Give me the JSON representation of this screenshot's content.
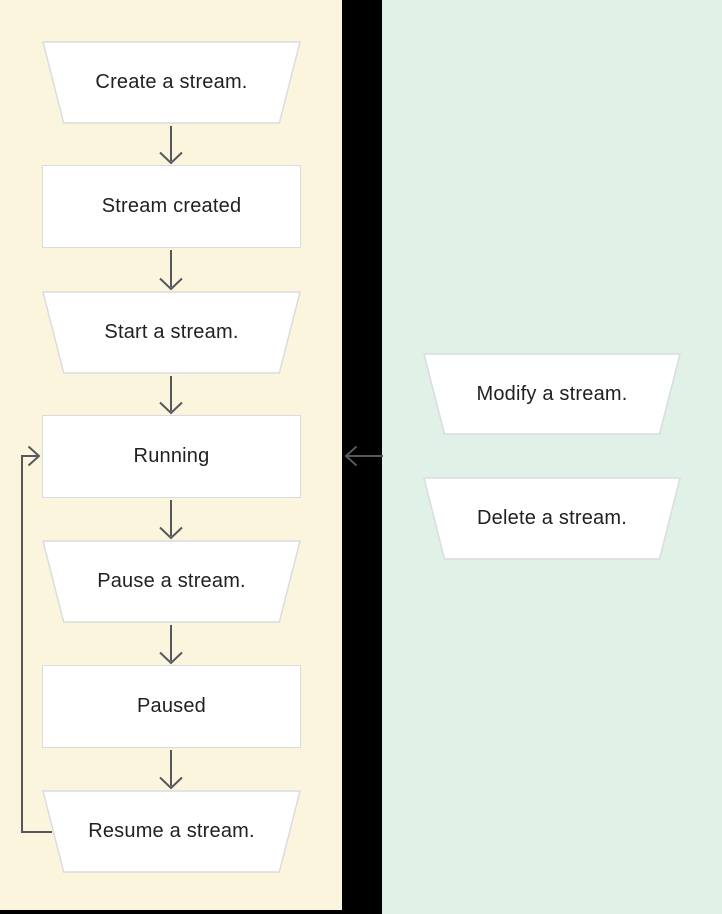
{
  "diagram": {
    "title": "Stream lifecycle flowchart",
    "colors": {
      "left_panel_bg": "#FBF5DE",
      "right_panel_bg": "#E0F1E8",
      "gap_bg": "#000000",
      "node_fill": "#FFFFFF",
      "node_border": "#DADCE0",
      "arrow": "#55585C",
      "text": "#212124"
    },
    "left_panel": {
      "nodes": [
        {
          "label": "Create a stream.",
          "shape": "trapezoid",
          "kind": "action"
        },
        {
          "label": "Stream created",
          "shape": "rectangle",
          "kind": "state"
        },
        {
          "label": "Start a stream.",
          "shape": "trapezoid",
          "kind": "action"
        },
        {
          "label": "Running",
          "shape": "rectangle",
          "kind": "state"
        },
        {
          "label": "Pause a stream.",
          "shape": "trapezoid",
          "kind": "action"
        },
        {
          "label": "Paused",
          "shape": "rectangle",
          "kind": "state"
        },
        {
          "label": "Resume a stream.",
          "shape": "trapezoid",
          "kind": "action"
        }
      ]
    },
    "right_panel": {
      "nodes": [
        {
          "label": "Modify a stream.",
          "shape": "trapezoid",
          "kind": "action"
        },
        {
          "label": "Delete a stream.",
          "shape": "trapezoid",
          "kind": "action"
        }
      ]
    },
    "edges": [
      {
        "from": "Create a stream.",
        "to": "Stream created",
        "kind": "down-arrow"
      },
      {
        "from": "Stream created",
        "to": "Start a stream.",
        "kind": "down-arrow"
      },
      {
        "from": "Start a stream.",
        "to": "Running",
        "kind": "down-arrow"
      },
      {
        "from": "Running",
        "to": "Pause a stream.",
        "kind": "down-arrow"
      },
      {
        "from": "Pause a stream.",
        "to": "Paused",
        "kind": "down-arrow"
      },
      {
        "from": "Paused",
        "to": "Resume a stream.",
        "kind": "down-arrow"
      },
      {
        "from": "Resume a stream.",
        "to": "Running",
        "kind": "loop-back-left"
      },
      {
        "from": "right-panel",
        "to": "Running",
        "kind": "left-arrow-across-gap"
      }
    ]
  }
}
